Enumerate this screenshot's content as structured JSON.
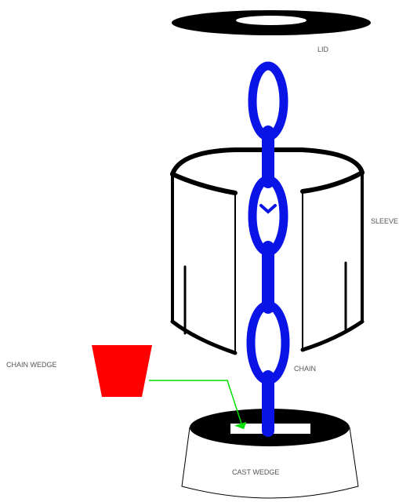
{
  "labels": {
    "lid": "LID",
    "sleeve": "SLEEVE",
    "chain": "CHAIN",
    "chain_wedge": "CHAIN WEDGE",
    "cast_wedge": "CAST WEDGE"
  },
  "colors": {
    "background": "#ffffff",
    "outline": "#000000",
    "chain": "#0a14e6",
    "chain_wedge": "#ff0000",
    "arrow": "#00e000",
    "label_text": "#555555"
  }
}
